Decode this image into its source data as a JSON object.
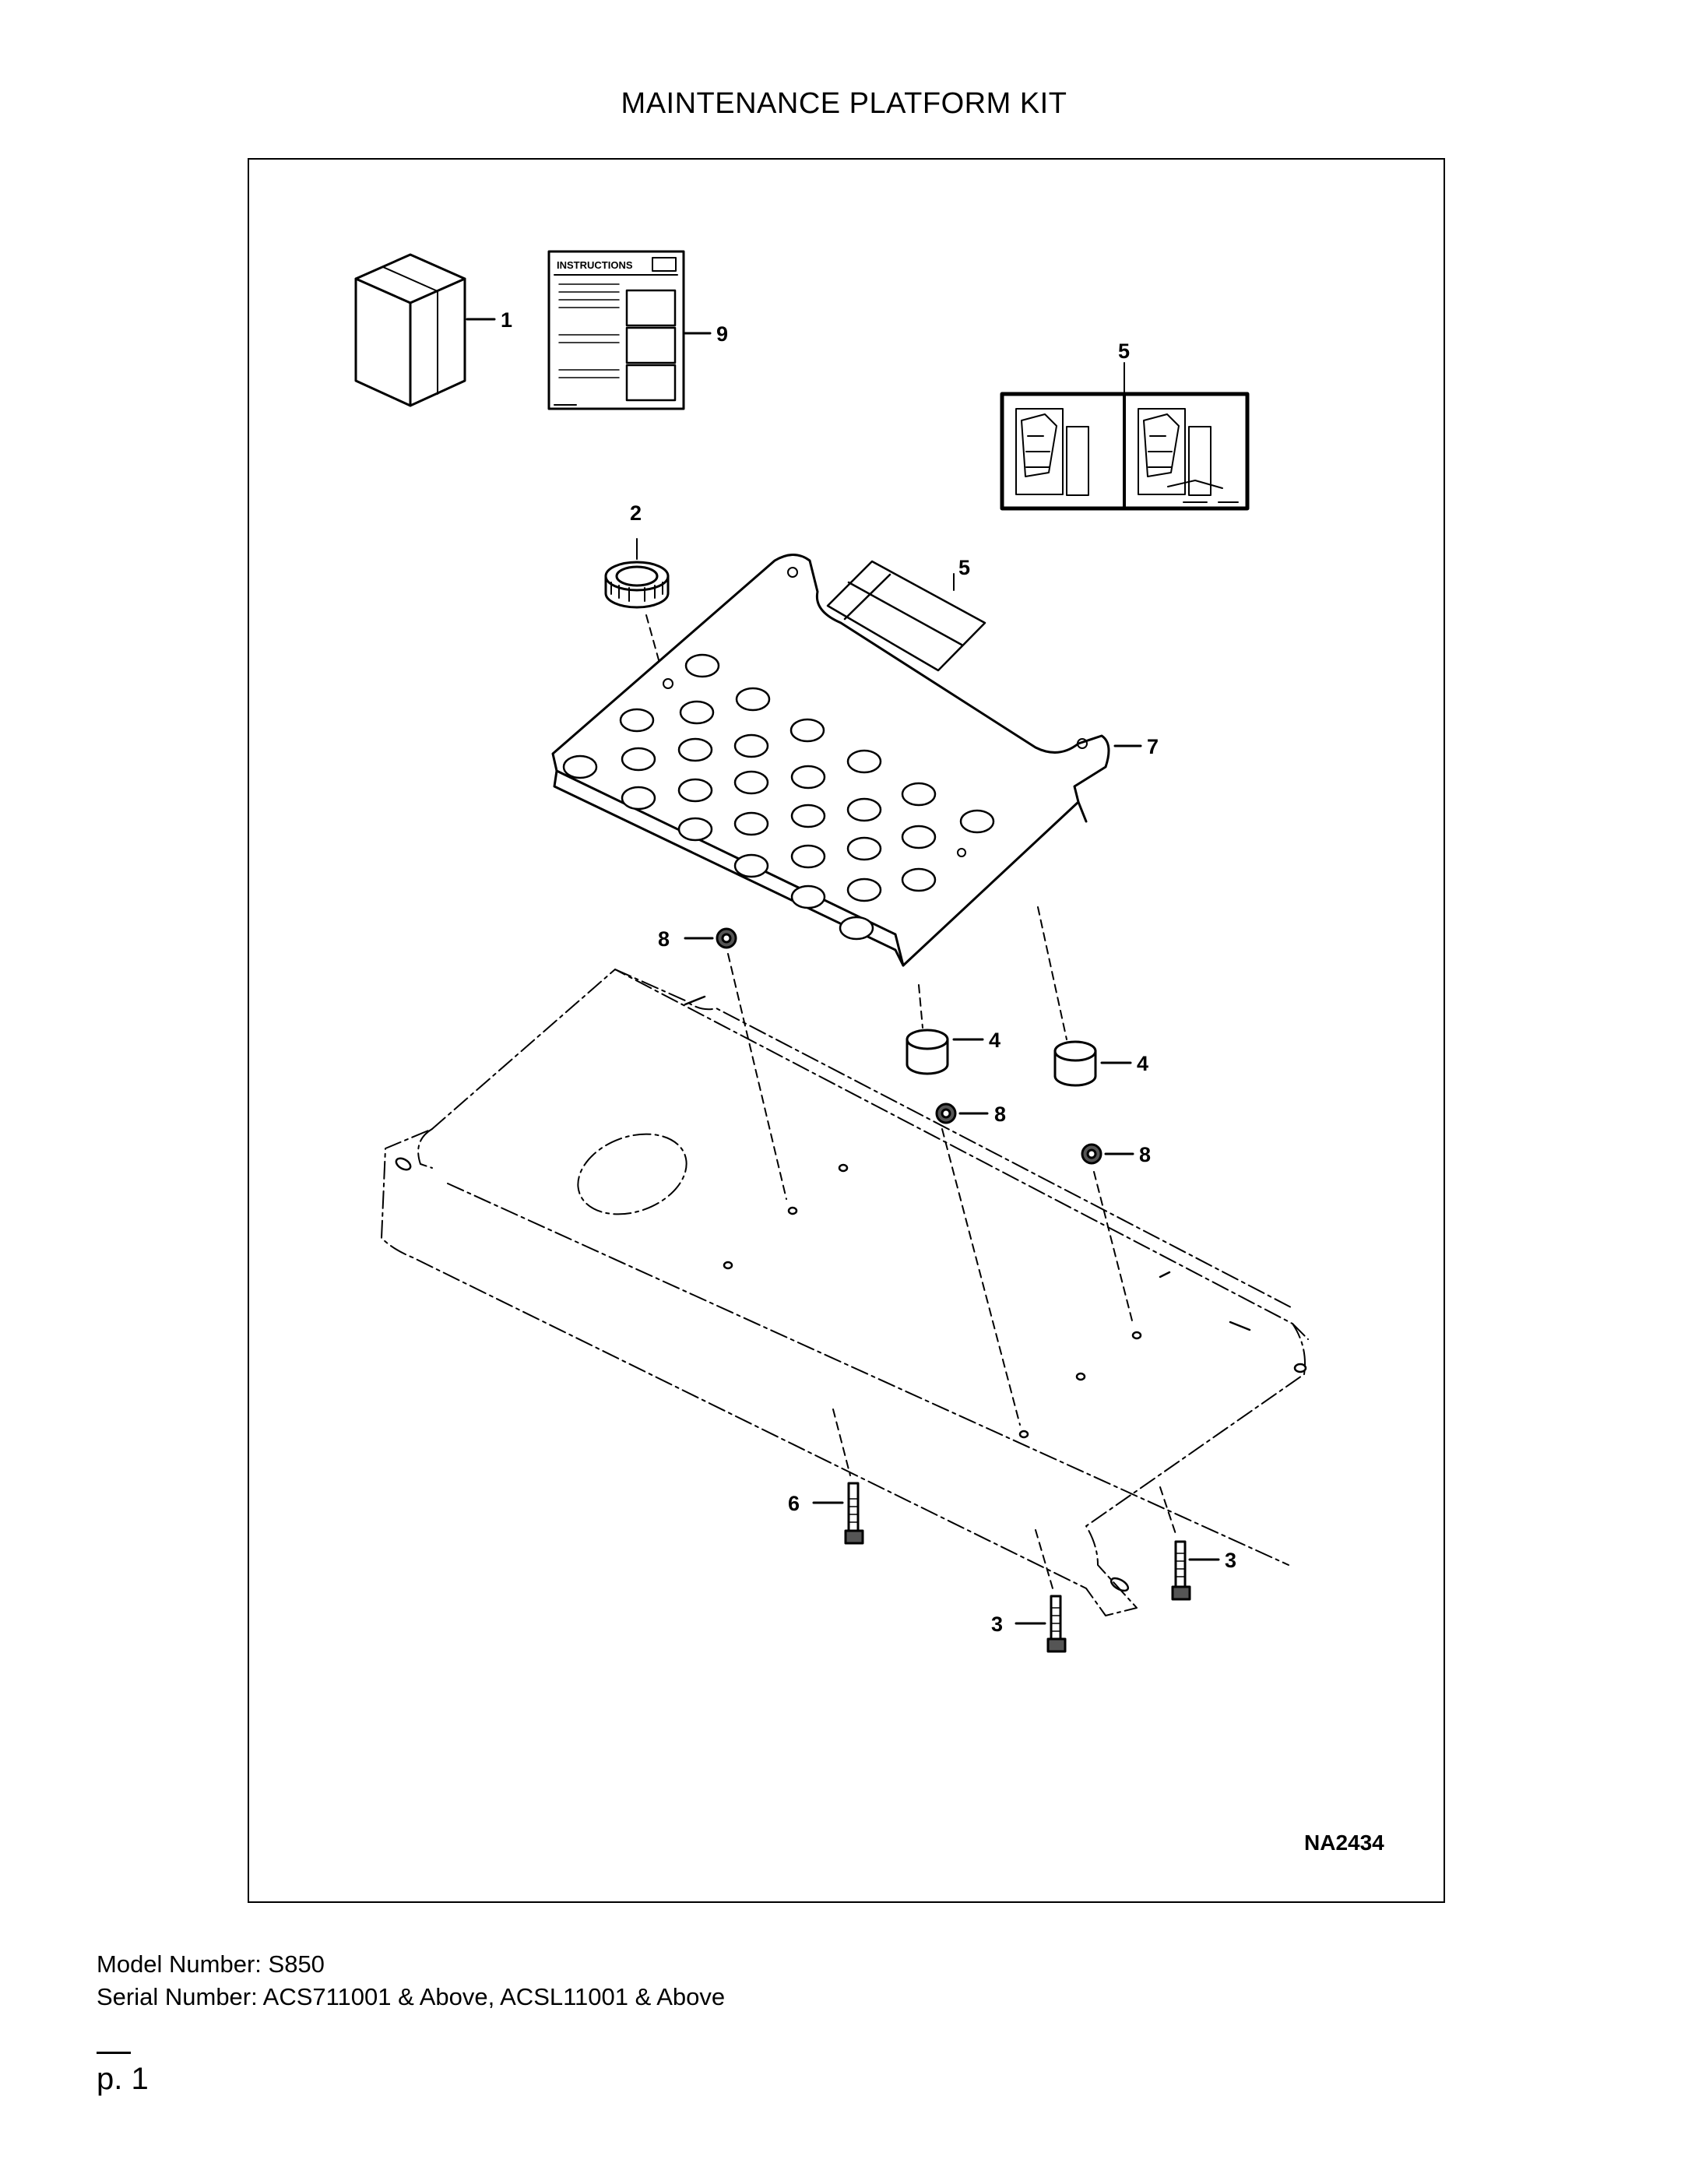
{
  "page": {
    "title": "MAINTENANCE PLATFORM KIT",
    "figure_id": "NA2434",
    "model_line": "Model Number: S850",
    "serial_line": "Serial Number: ACS711001 & Above, ACSL11001 & Above",
    "page_number": "p. 1"
  },
  "illustration": {
    "instructions_label": "INSTRUCTIONS",
    "callouts": {
      "c1": "1",
      "c9": "9",
      "c5_top": "5",
      "c2": "2",
      "c5_mid": "5",
      "c7": "7",
      "c8_left": "8",
      "c4_left": "4",
      "c8_mid": "8",
      "c4_right": "4",
      "c8_right": "8",
      "c6": "6",
      "c3_right": "3",
      "c3_bottom": "3"
    }
  }
}
